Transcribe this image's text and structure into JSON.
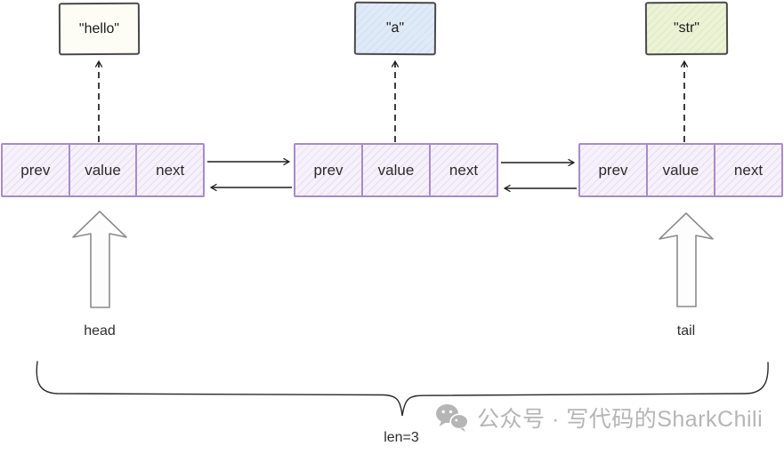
{
  "diagram": {
    "title_hint": "doubly linked list with 3 nodes",
    "value_boxes": [
      {
        "text": "\"hello\""
      },
      {
        "text": "\"a\""
      },
      {
        "text": "\"str\""
      }
    ],
    "nodes": [
      {
        "cells": [
          "prev",
          "value",
          "next"
        ]
      },
      {
        "cells": [
          "prev",
          "value",
          "next"
        ]
      },
      {
        "cells": [
          "prev",
          "value",
          "next"
        ]
      }
    ],
    "head_label": "head",
    "tail_label": "tail",
    "length_label": "len=3"
  },
  "watermark": {
    "icon": "wechat-icon",
    "text": "公众号 · 写代码的SharkChili"
  },
  "colors": {
    "hello-box-bg": "#fdfdf6",
    "a-box-bg": "#e0eaf7",
    "a-box-hatch": "#cfdff2",
    "str-box-bg": "#ebf2d5",
    "str-box-hatch": "#dde9c0",
    "node-bg": "#f6f1fa",
    "node-hatch": "#e6dcf1",
    "node-border": "#a88cc6",
    "box-border": "#4a4a4a",
    "arrow": "#1d1d1d",
    "block-arrow-stroke": "#8c8c8c",
    "block-arrow-fill": "#fdfdfd",
    "brace": "#2a2a2a",
    "watermark": "#b5b5b5",
    "label-text": "#2e2e2e"
  }
}
